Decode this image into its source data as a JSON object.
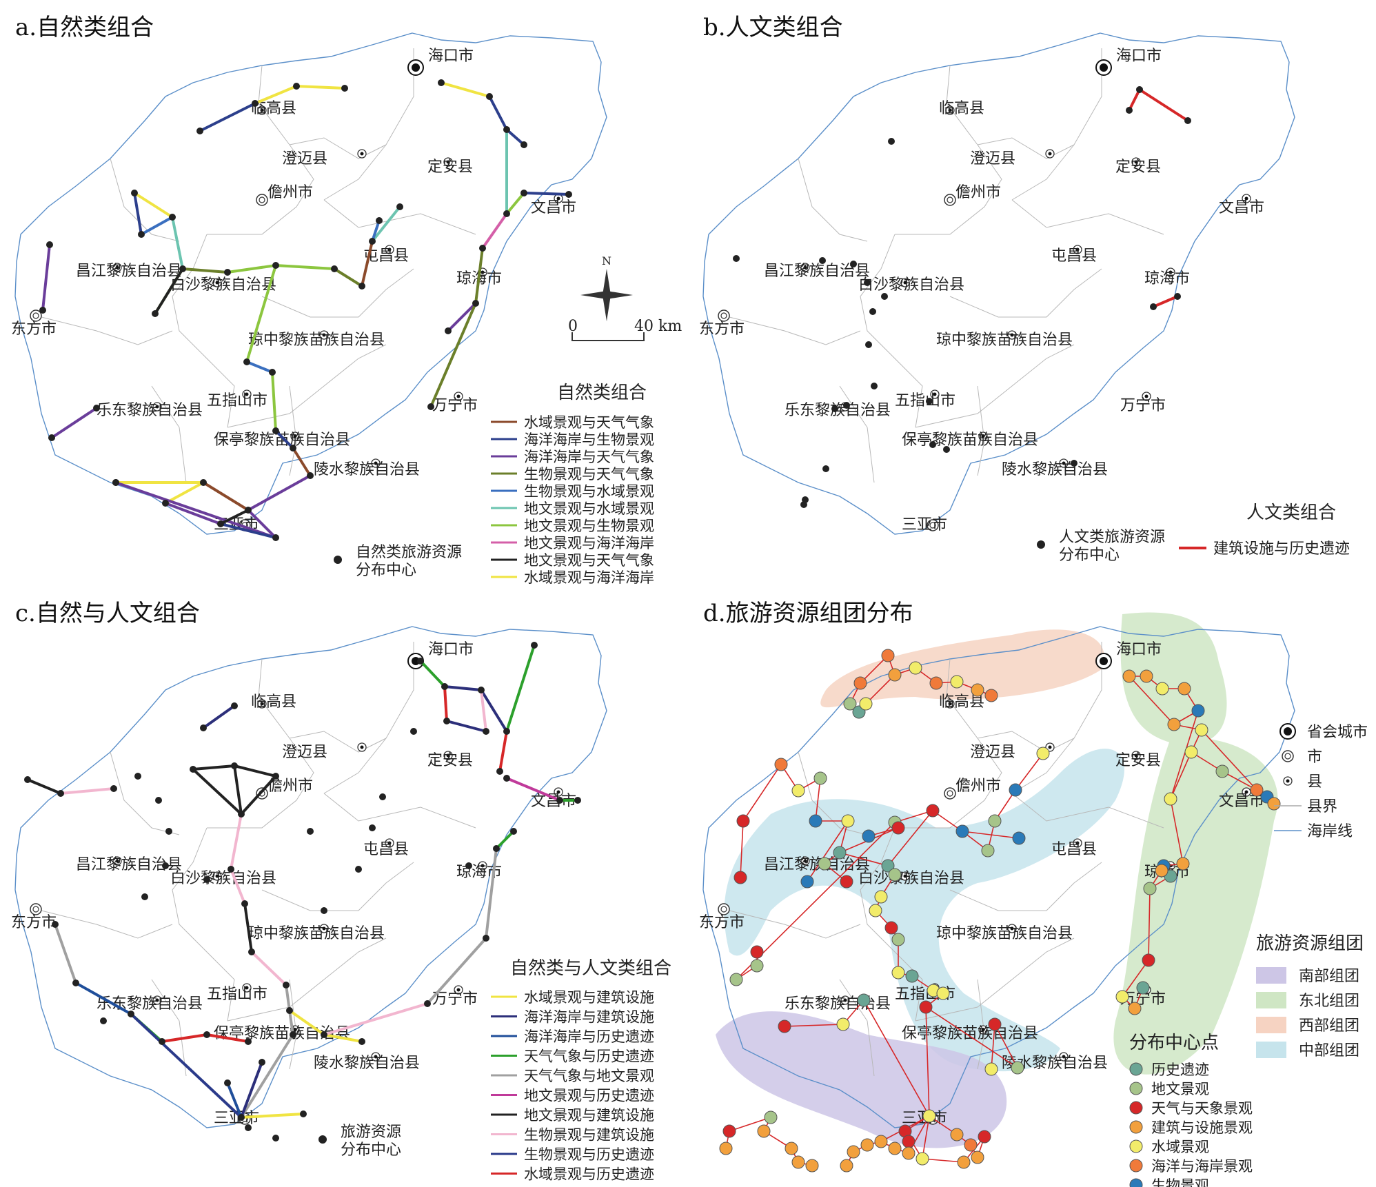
{
  "panels": {
    "a": {
      "title": "a.自然类组合"
    },
    "b": {
      "title": "b.人文类组合"
    },
    "c": {
      "title": "c.自然与人文组合"
    },
    "d": {
      "title": "d.旅游资源组团分布"
    }
  },
  "scale_bar": {
    "zero": "0",
    "distance": "40 km",
    "north": "N"
  },
  "place_names": {
    "haikou": "海口市",
    "lingao": "临高县",
    "chengmai": "澄迈县",
    "dingan": "定安县",
    "danzhou": "儋州市",
    "wenchang": "文昌市",
    "changjiang": "昌江黎族自治县",
    "baisha": "白沙黎族自治县",
    "tunchang": "屯昌县",
    "qionghai": "琼海市",
    "dongfang": "东方市",
    "qiongzhong": "琼中黎族苗族自治县",
    "wuzhishan": "五指山市",
    "ledong": "乐东黎族自治县",
    "wanning": "万宁市",
    "baoting": "保亭黎族苗族自治县",
    "lingshui": "陵水黎族自治县",
    "sanya": "三亚市"
  },
  "legend_a": {
    "title": "自然类组合",
    "center_label": [
      "自然类旅游资源",
      "分布中心"
    ],
    "items": [
      {
        "label": "水域景观与天气气象",
        "color": "#8b4a2b"
      },
      {
        "label": "海洋海岸与生物景观",
        "color": "#2c3f8c"
      },
      {
        "label": "海洋海岸与天气气象",
        "color": "#6a3d9a"
      },
      {
        "label": "生物景观与天气气象",
        "color": "#6b7f2a"
      },
      {
        "label": "生物景观与水域景观",
        "color": "#3a6fbf"
      },
      {
        "label": "地文景观与水域景观",
        "color": "#6cc4b0"
      },
      {
        "label": "地文景观与生物景观",
        "color": "#8cc63f"
      },
      {
        "label": "地文景观与海洋海岸",
        "color": "#d45fa8"
      },
      {
        "label": "地文景观与天气气象",
        "color": "#222222"
      },
      {
        "label": "水域景观与海洋海岸",
        "color": "#f0e442"
      }
    ]
  },
  "legend_b": {
    "title": "人文类组合",
    "center_label": [
      "人文类旅游资源",
      "分布中心"
    ],
    "items": [
      {
        "label": "建筑设施与历史遗迹",
        "color": "#d62728"
      }
    ]
  },
  "legend_c": {
    "title": "自然类与人文类组合",
    "center_label": [
      "旅游资源",
      "分布中心"
    ],
    "items": [
      {
        "label": "水域景观与建筑设施",
        "color": "#f0e442"
      },
      {
        "label": "海洋海岸与建筑设施",
        "color": "#2c2f7a"
      },
      {
        "label": "海洋海岸与历史遗迹",
        "color": "#1f4e9a"
      },
      {
        "label": "天气气象与历史遗迹",
        "color": "#2ca02c"
      },
      {
        "label": "天气气象与地文景观",
        "color": "#a0a0a0"
      },
      {
        "label": "地文景观与历史遗迹",
        "color": "#c03a9a"
      },
      {
        "label": "地文景观与建筑设施",
        "color": "#222222"
      },
      {
        "label": "生物景观与建筑设施",
        "color": "#f2b6cf"
      },
      {
        "label": "生物景观与历史遗迹",
        "color": "#2a3a8a"
      },
      {
        "label": "水域景观与历史遗迹",
        "color": "#d62728"
      }
    ]
  },
  "legend_d": {
    "symbols": [
      {
        "label": "省会城市",
        "kind": "capital"
      },
      {
        "label": "市",
        "kind": "city"
      },
      {
        "label": "县",
        "kind": "county"
      },
      {
        "label": "县界",
        "kind": "boundary",
        "color": "#aaaaaa"
      },
      {
        "label": "海岸线",
        "kind": "coast",
        "color": "#5b8fc9"
      }
    ],
    "groups_title": "旅游资源组团",
    "groups": [
      {
        "label": "南部组团",
        "color": "#cdc6e6"
      },
      {
        "label": "东北组团",
        "color": "#cfe6c4"
      },
      {
        "label": "西部组团",
        "color": "#f6d3c2"
      },
      {
        "label": "中部组团",
        "color": "#c6e4ec"
      }
    ],
    "centers_title": "分布中心点",
    "centers": [
      {
        "label": "历史遗迹",
        "color": "#6aa594"
      },
      {
        "label": "地文景观",
        "color": "#a6c48a"
      },
      {
        "label": "天气与天象景观",
        "color": "#d62728"
      },
      {
        "label": "建筑与设施景观",
        "color": "#f2a03d"
      },
      {
        "label": "水域景观",
        "color": "#f2ec6a"
      },
      {
        "label": "海洋与海岸景观",
        "color": "#f07a3a"
      },
      {
        "label": "生物景观",
        "color": "#2a7ab8"
      }
    ]
  },
  "colors": {
    "coast": "#5b8fc9",
    "boundary": "#b8b8b8",
    "network": "#d62728",
    "dot": "#222222"
  }
}
